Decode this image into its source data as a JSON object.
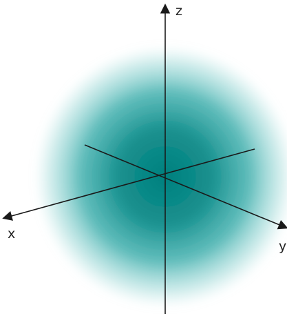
{
  "diagram": {
    "axes": {
      "x_label": "x",
      "y_label": "y",
      "z_label": "z"
    },
    "colors": {
      "cloud_core": "#00807e",
      "cloud_mid": "#2ea8a6",
      "cloud_edge": "#9fd9d8",
      "axis_line": "#1a1a1a",
      "label": "#222222"
    }
  }
}
